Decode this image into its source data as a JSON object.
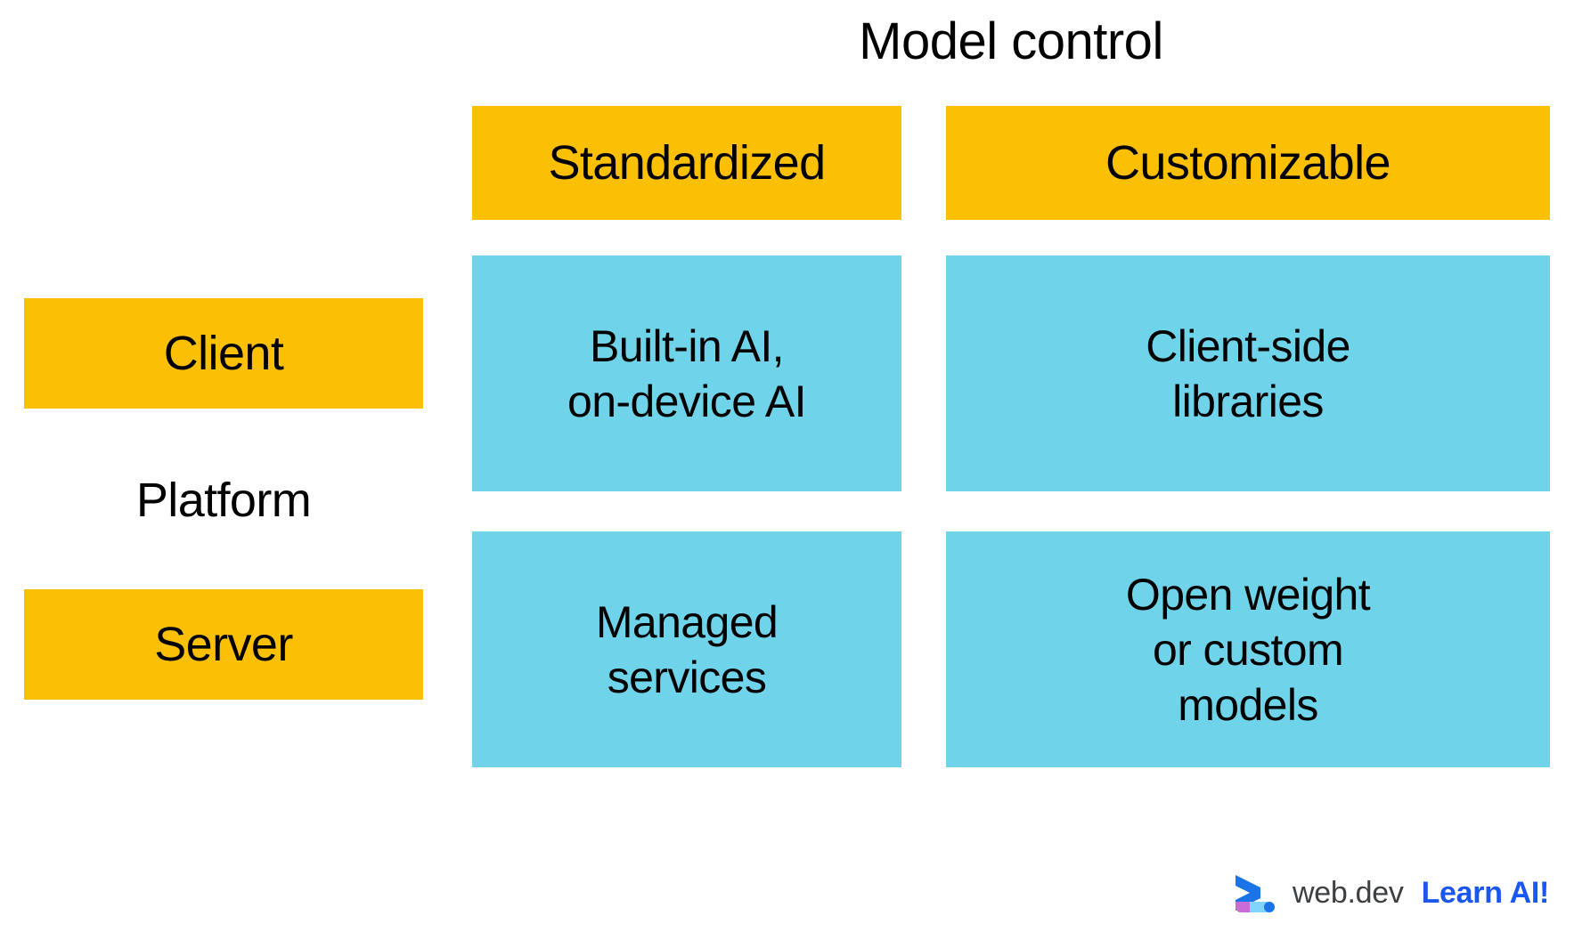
{
  "diagram": {
    "title": "Model control",
    "axis_label_vertical": "Platform",
    "columns": [
      {
        "id": "standardized",
        "label": "Standardized"
      },
      {
        "id": "customizable",
        "label": "Customizable"
      }
    ],
    "rows": [
      {
        "id": "client",
        "label": "Client"
      },
      {
        "id": "server",
        "label": "Server"
      }
    ],
    "cells": [
      {
        "row": "client",
        "column": "standardized",
        "text": "Built-in AI,\non-device AI"
      },
      {
        "row": "client",
        "column": "customizable",
        "text": "Client-side\nlibraries"
      },
      {
        "row": "server",
        "column": "standardized",
        "text": "Managed\nservices"
      },
      {
        "row": "server",
        "column": "customizable",
        "text": "Open weight\nor custom\nmodels"
      }
    ]
  },
  "footer": {
    "logo_icon": "webdev-chevron-icon",
    "wordmark": "web.dev",
    "tagline": "Learn AI!"
  },
  "colors": {
    "header_yellow": "#FBBF04",
    "cell_cyan": "#6FD3EA",
    "text_black": "#000000",
    "wordmark_gray": "#3C4043",
    "tagline_blue": "#1A56F0",
    "logo_blue": "#1A73E8",
    "logo_purple": "#C86DD7",
    "logo_cyan": "#7FD5FB",
    "background": "#FFFFFF"
  }
}
